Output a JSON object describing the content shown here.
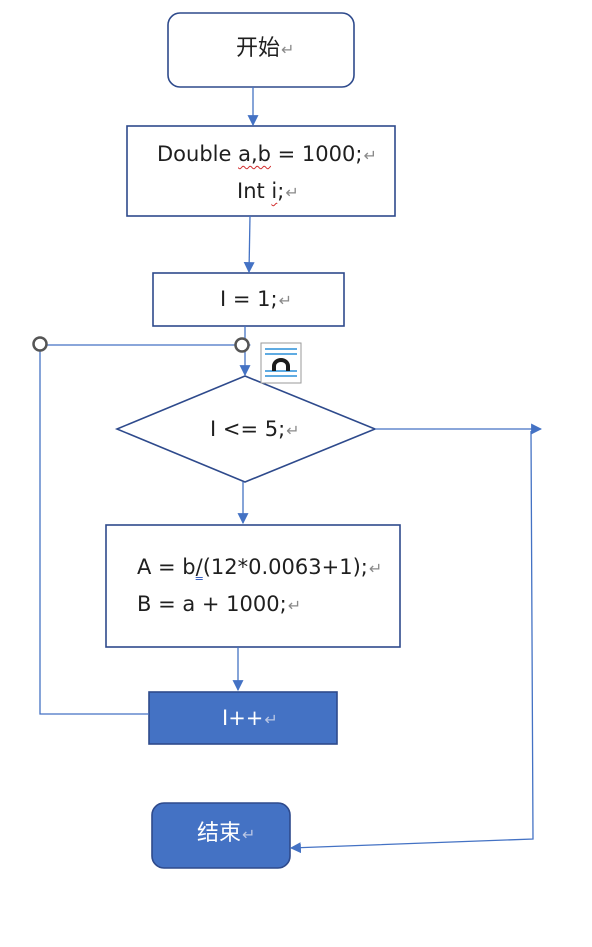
{
  "nodes": {
    "start": {
      "text": "开始"
    },
    "init": {
      "line1_a": "Double ",
      "line1_b": "a,b",
      "line1_c": " = 1000;",
      "line2_a": "Int ",
      "line2_b": "i",
      "line2_c": ";"
    },
    "assign": {
      "text": "I = 1;"
    },
    "cond": {
      "text": "I <= 5;"
    },
    "body": {
      "line1_a": "A = b",
      "line1_b": "/",
      "line1_c": "(12*0.0063+1);",
      "line2": "B = a + 1000;"
    },
    "incr": {
      "text": "I++"
    },
    "end": {
      "text": "结束"
    }
  },
  "paragraph_mark": "↵",
  "colors": {
    "stroke": "#2e4a8c",
    "arrow": "#4472c4",
    "fill_dark": "#4472c4",
    "handle": "#555555"
  },
  "icons": [
    "layout-options-icon"
  ]
}
